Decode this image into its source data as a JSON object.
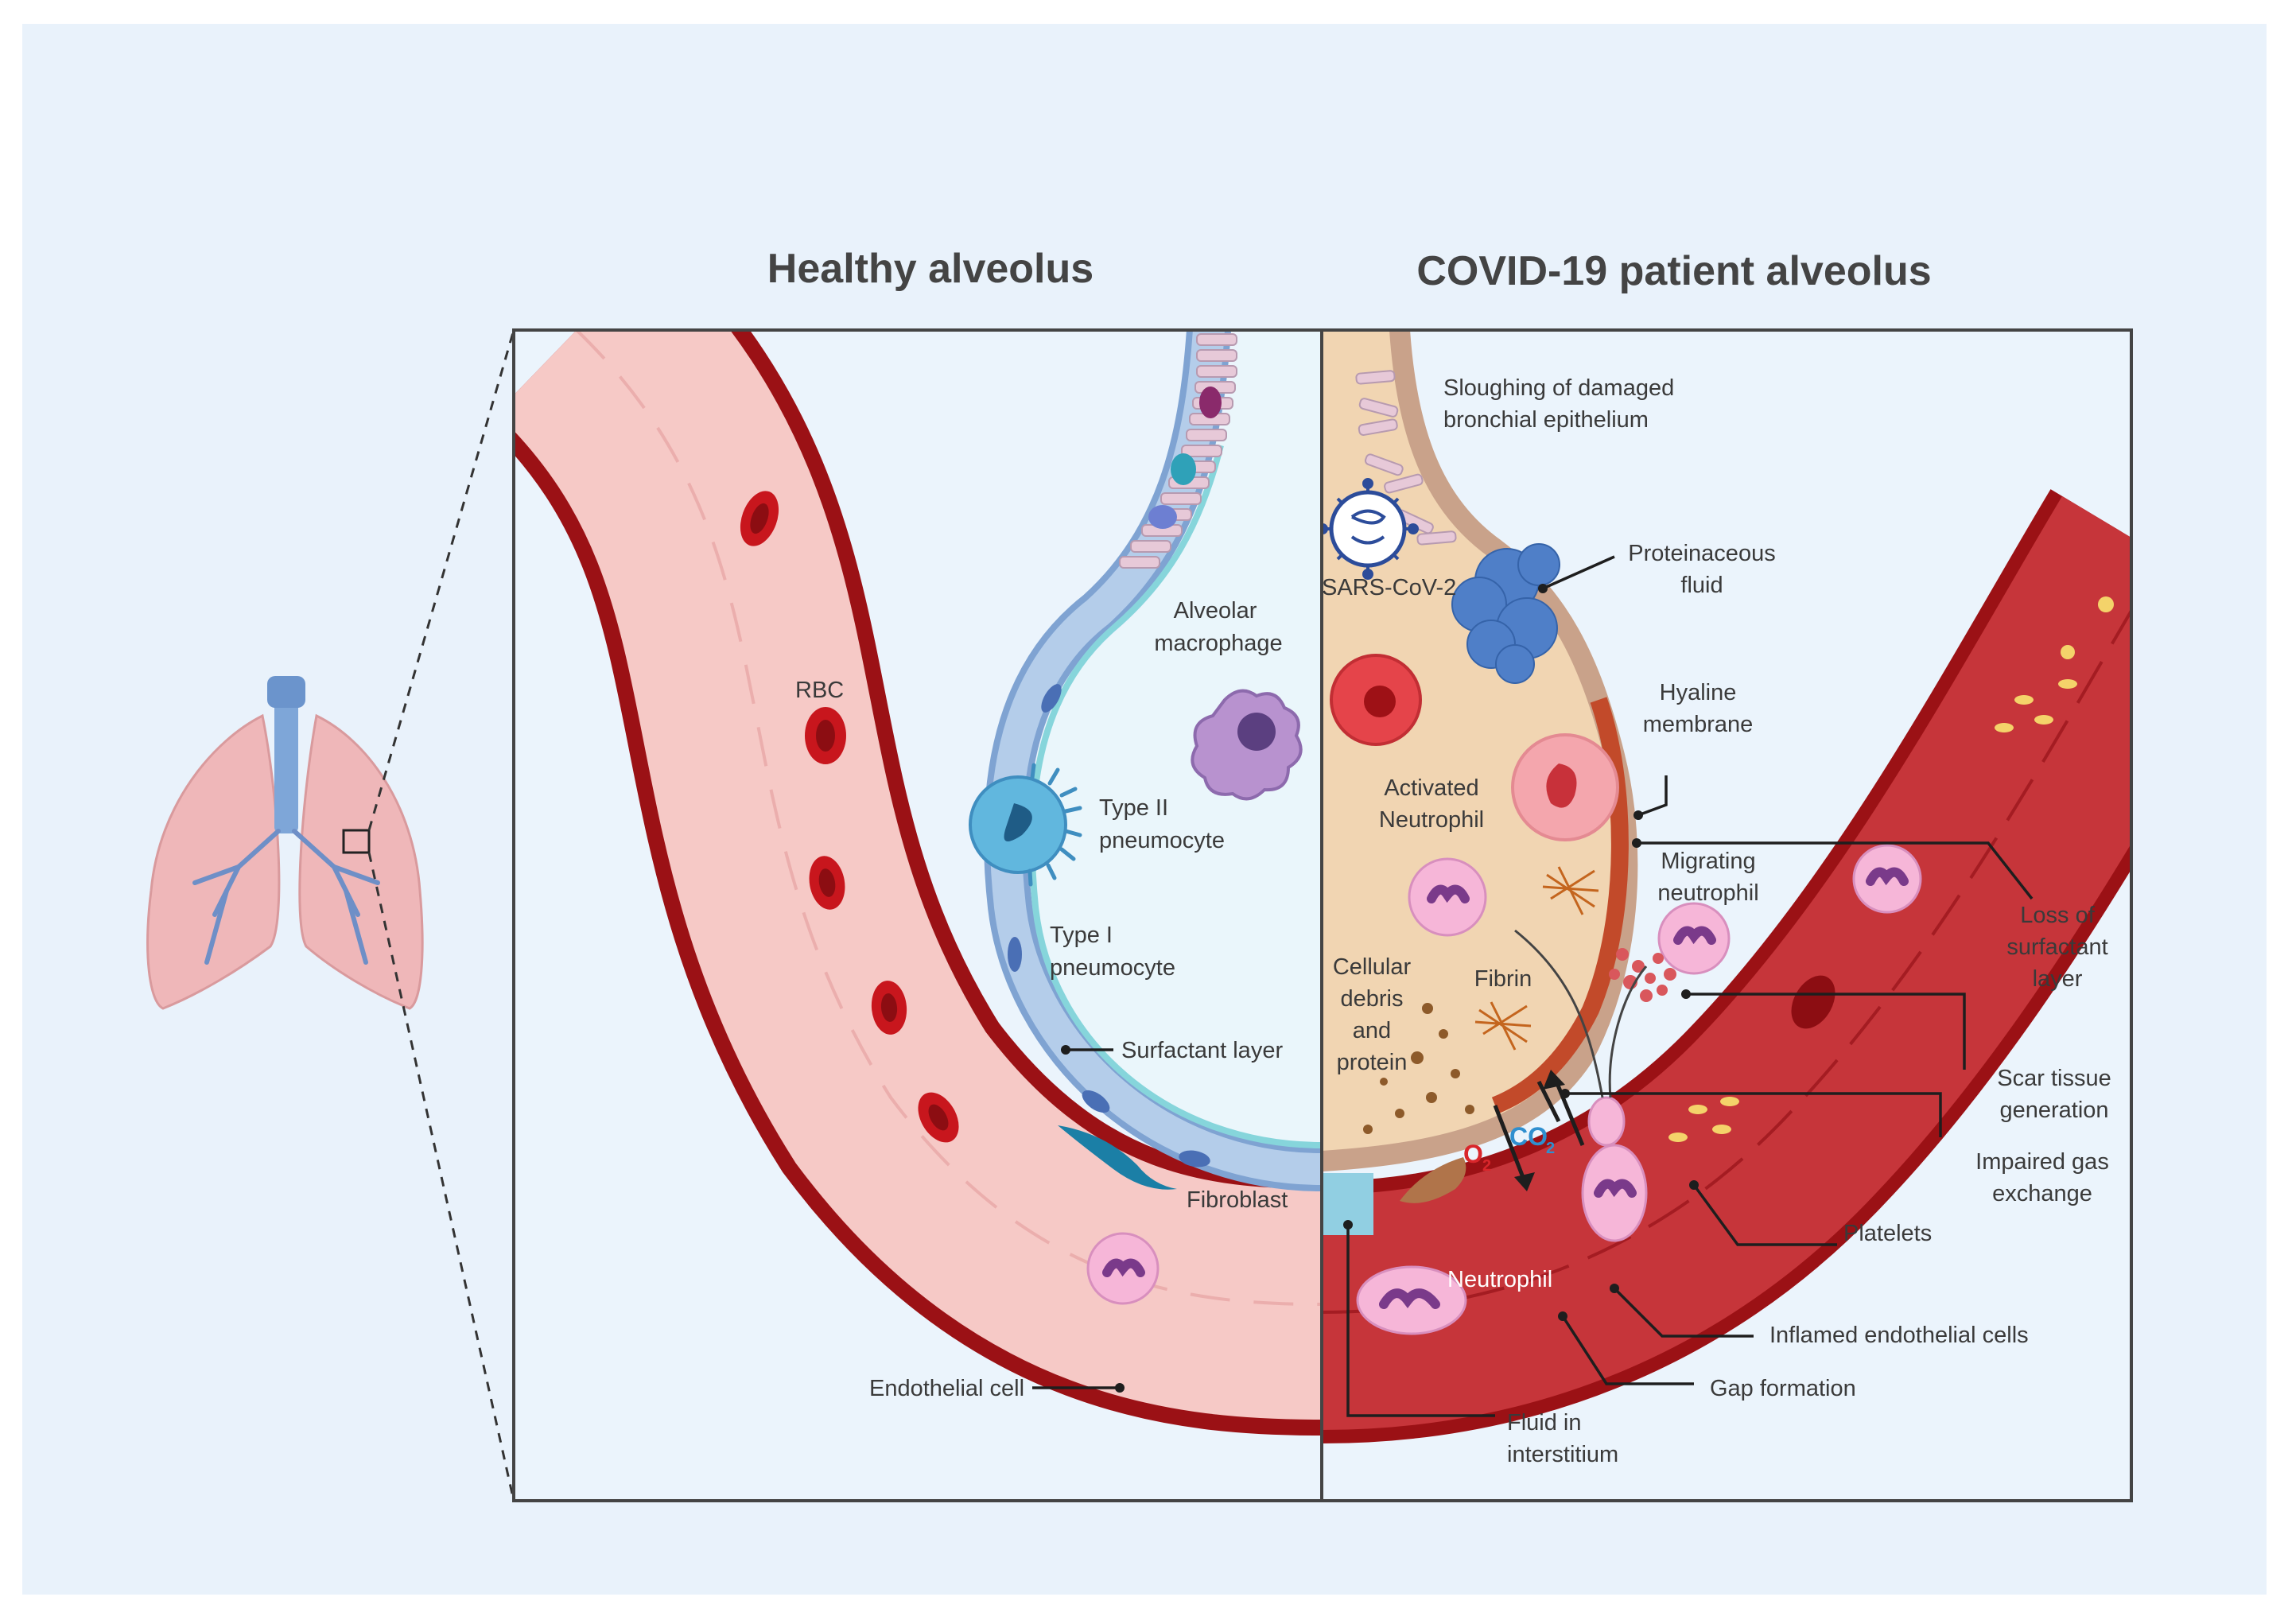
{
  "titles": {
    "healthy": "Healthy alveolus",
    "covid": "COVID-19 patient alveolus"
  },
  "healthy_labels": {
    "rbc": "RBC",
    "alveolar_macrophage": [
      "Alveolar",
      "macrophage"
    ],
    "type2": [
      "Type II",
      "pneumocyte"
    ],
    "type1": [
      "Type I",
      "pneumocyte"
    ],
    "surfactant": "Surfactant layer",
    "fibroblast": "Fibroblast",
    "endothelial": "Endothelial cell"
  },
  "covid_labels": {
    "sloughing": [
      "Sloughing of damaged",
      "bronchial epithelium"
    ],
    "sars": "SARS-CoV-2",
    "proteinaceous": [
      "Proteinaceous",
      "fluid"
    ],
    "hyaline": [
      "Hyaline",
      "membrane"
    ],
    "activated_neutrophil": [
      "Activated",
      "Neutrophil"
    ],
    "migrating": [
      "Migrating",
      "neutrophil"
    ],
    "loss_surfactant": [
      "Loss of",
      "surfactant",
      "layer"
    ],
    "debris": [
      "Cellular",
      "debris",
      "and",
      "protein"
    ],
    "fibrin": "Fibrin",
    "scar": [
      "Scar tissue",
      "generation"
    ],
    "impaired": [
      "Impaired gas",
      "exchange"
    ],
    "o2": "O",
    "o2_sub": "2",
    "co2": "CO",
    "co2_sub": "2",
    "platelets": "Platelets",
    "neutrophil": "Neutrophil",
    "inflamed": "Inflamed endothelial cells",
    "gap": "Gap formation",
    "fluid_interstitium": [
      "Fluid in",
      "interstitium"
    ]
  },
  "colors": {
    "background": "#e9f2fb",
    "vessel_dark": "#9b1115",
    "vessel_light": "#f6c9c6",
    "covid_vessel": "#c6353a",
    "alveolus_space": "#eaf6fb",
    "covid_fluid": "#f1d5b2",
    "surfactant": "#86d5db",
    "o2": "#d9262b",
    "co2": "#2f8fcf"
  },
  "icons": [
    "lungs-icon",
    "sars-cov-2-virus-icon",
    "rbc-icon",
    "macrophage-icon",
    "neutrophil-icon",
    "fibroblast-icon",
    "platelet-icon",
    "fibrin-icon"
  ]
}
